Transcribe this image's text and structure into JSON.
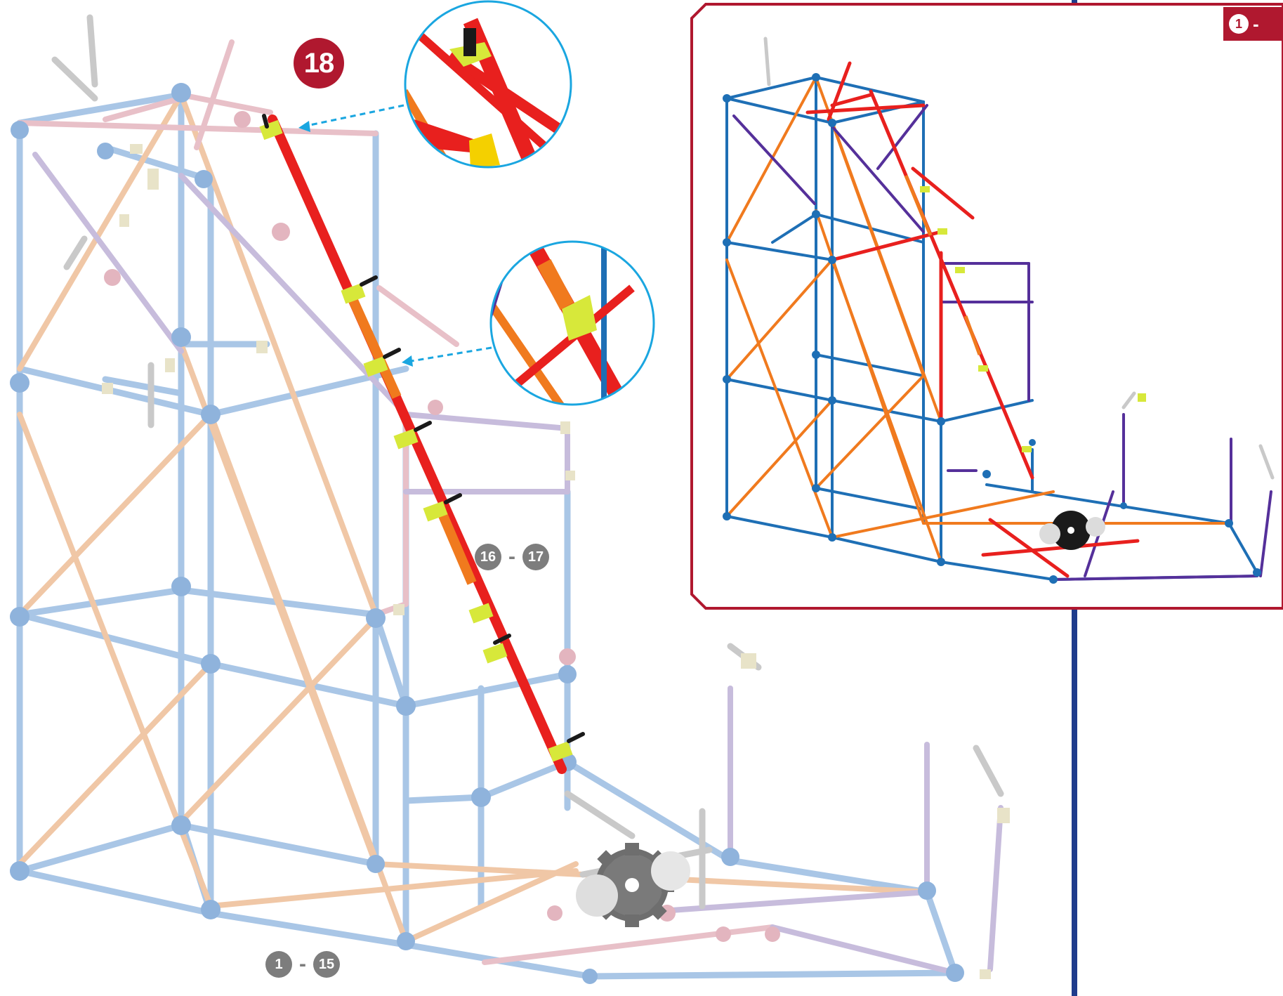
{
  "step": {
    "number": "18"
  },
  "ranges": {
    "upper": {
      "from": "16",
      "to": "17",
      "sep": "-"
    },
    "lower": {
      "from": "1",
      "to": "15",
      "sep": "-"
    }
  },
  "inset": {
    "tag_from": "1",
    "tag_sep": "-"
  },
  "colors": {
    "accent_red": "#b0182f",
    "callout_blue": "#1aa6e0",
    "divider_blue": "#1f3c8c",
    "faded_blue": "#a9c6e6",
    "faded_orange": "#f0c7a6",
    "faded_pink": "#e8c0c8",
    "faded_purple": "#c7bcdc",
    "rod_red": "#e8201e",
    "connector_yellow": "#d7e83a",
    "built_blue": "#1e6fb5",
    "built_orange": "#f07a1e",
    "built_purple": "#55309a"
  }
}
